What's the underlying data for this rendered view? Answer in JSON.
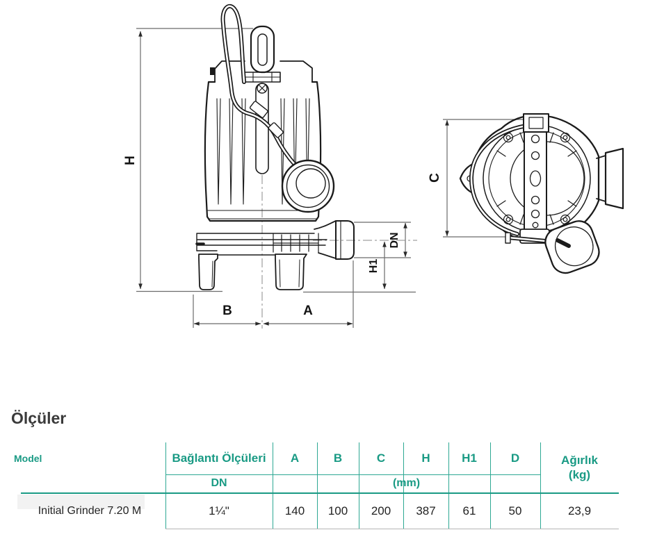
{
  "colors": {
    "accent_text": "#199a84",
    "grid_line": "#2da893",
    "row_bottom_border": "#b5b5b5",
    "drawing_ink": "#1b1b1b",
    "dimension_line": "#6b6b6b"
  },
  "diagram": {
    "front_view": {
      "dim_labels": {
        "h": "H",
        "b": "B",
        "a": "A",
        "dn": "DN",
        "h1": "H1"
      }
    },
    "top_view": {
      "dim_labels": {
        "c": "C"
      }
    }
  },
  "section": {
    "title": "Ölçüler"
  },
  "table": {
    "headers": {
      "model": "Model",
      "connection": "Bağlantı Ölçüleri",
      "a": "A",
      "b": "B",
      "c": "C",
      "h": "H",
      "h1": "H1",
      "d": "D",
      "weight_line1": "Ağırlık",
      "weight_line2": "(kg)",
      "dn": "DN",
      "mm_unit": "(mm)"
    },
    "rows": [
      {
        "model": "Initial Grinder 7.20 M",
        "dn": "1¼\"",
        "a": "140",
        "b": "100",
        "c": "200",
        "h": "387",
        "h1": "61",
        "d": "50",
        "weight": "23,9"
      }
    ]
  }
}
